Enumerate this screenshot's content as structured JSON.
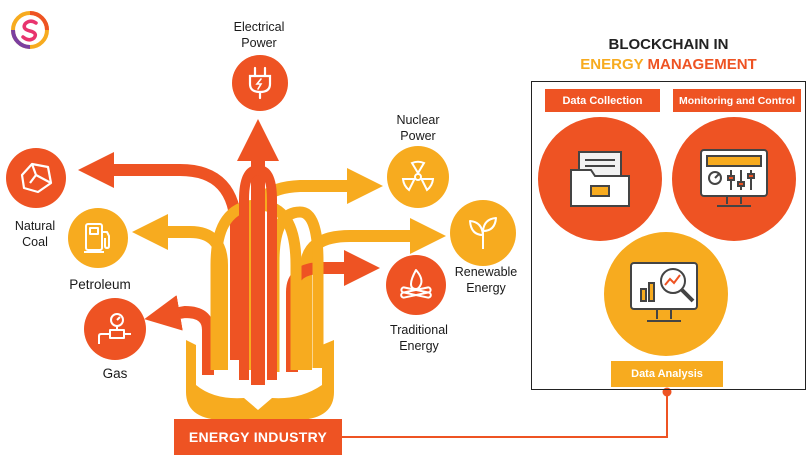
{
  "brand": {
    "logo_icon": "swirl-s-logo"
  },
  "colors": {
    "orange_red": "#ee5323",
    "amber": "#f7ab1f",
    "title_dark": "#222222"
  },
  "hub": {
    "label": "ENERGY INDUSTRY"
  },
  "sources": {
    "electrical": {
      "label": "Electrical\nPower",
      "icon": "plug-icon"
    },
    "nuclear": {
      "label": "Nuclear\nPower",
      "icon": "radiation-icon"
    },
    "renewable": {
      "label": "Renewable\nEnergy",
      "icon": "leaf-sprout-icon"
    },
    "traditional": {
      "label": "Traditional\nEnergy",
      "icon": "campfire-icon"
    },
    "coal": {
      "label": "Natural\nCoal",
      "icon": "coal-lump-icon"
    },
    "petroleum": {
      "label": "Petroleum",
      "icon": "fuel-pump-icon"
    },
    "gas": {
      "label": "Gas",
      "icon": "gas-meter-icon"
    }
  },
  "panel": {
    "title_line1": "BLOCKCHAIN IN",
    "title_line2_word1": "ENERGY",
    "title_line2_word2": "MANAGEMENT",
    "data_collection": "Data Collection",
    "monitoring": "Monitoring and Control",
    "data_analysis": "Data Analysis"
  }
}
